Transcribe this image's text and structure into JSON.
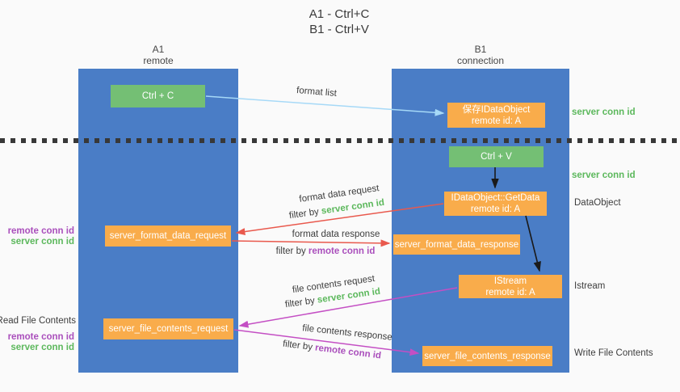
{
  "title": {
    "line1": "A1 - Ctrl+C",
    "line2": "B1 - Ctrl+V"
  },
  "lanes": {
    "left": {
      "name": "A1",
      "role": "remote"
    },
    "right": {
      "name": "B1",
      "role": "connection"
    }
  },
  "nodes": {
    "ctrl_c": {
      "label": "Ctrl + C"
    },
    "ctrl_v": {
      "label": "Ctrl + V"
    },
    "save_idataobject": {
      "line1": "保存IDataObject",
      "line2": "remote id: A"
    },
    "getdata": {
      "line1": "IDataObject::GetData",
      "line2": "remote id: A"
    },
    "istream": {
      "line1": "IStream",
      "line2": "remote id: A"
    },
    "format_request": {
      "label": "server_format_data_request"
    },
    "format_response": {
      "label": "server_format_data_response"
    },
    "file_request": {
      "label": "server_file_contents_request"
    },
    "file_response": {
      "label": "server_file_contents_response"
    }
  },
  "arrow_labels": {
    "format_list": "format list",
    "format_data_request": "format data request",
    "format_data_response": "format data response",
    "file_contents_request": "file contents request",
    "file_contents_response": "file contents response",
    "filter_by": "filter by ",
    "server_conn_id": "server conn id",
    "remote_conn_id": "remote conn id"
  },
  "side_labels": {
    "server_conn_id_top": "server conn id",
    "server_conn_id_mid": "server conn id",
    "dataobject": "DataObject",
    "istream": "Istream",
    "write_file_contents": "Write File Contents",
    "read_file_contents": "Read File Contents",
    "remote_conn_id_1": "remote conn id",
    "server_conn_id_1": "server conn id",
    "remote_conn_id_2": "remote conn id",
    "server_conn_id_2": "server conn id"
  },
  "colors": {
    "lane_blue": "#4a7dc6",
    "green_box": "#74bf74",
    "orange_box": "#f9ac4b",
    "green_text": "#5cb85c",
    "purple_text": "#aa4fbc",
    "red_arrow": "#e9594d",
    "magenta_arrow": "#c44fc4",
    "blue_arrow": "#a6d9f7",
    "black_arrow": "#1a1a1a"
  }
}
